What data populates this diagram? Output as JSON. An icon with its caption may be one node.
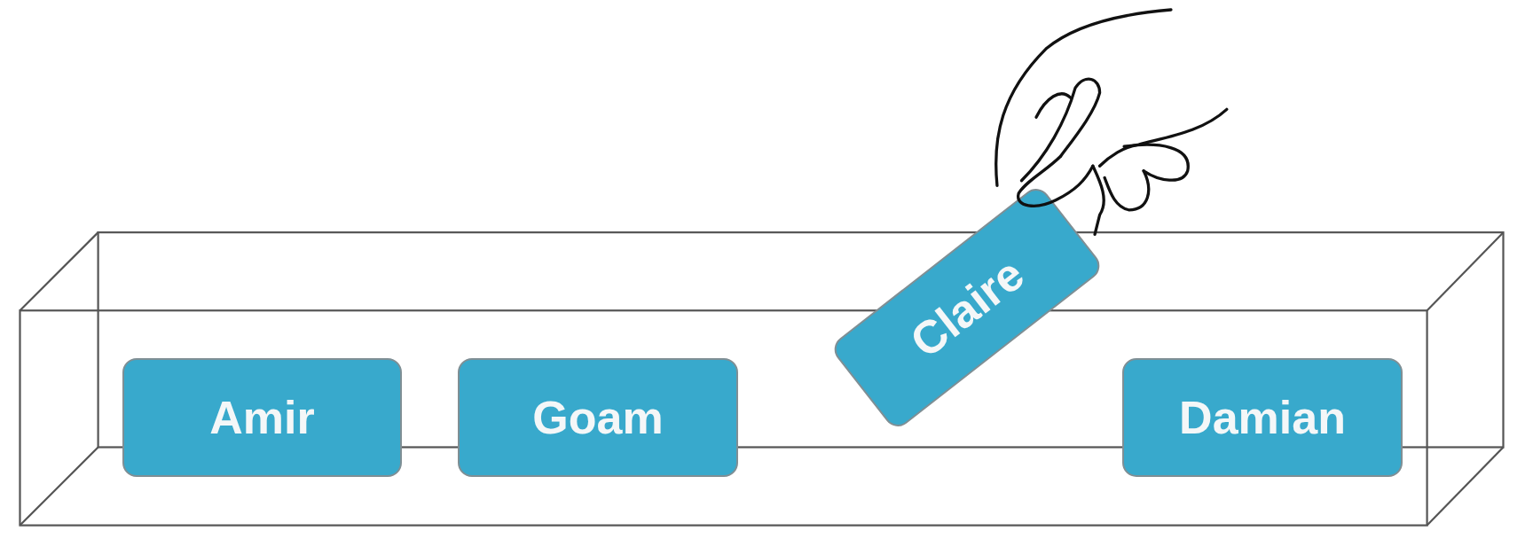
{
  "diagram": {
    "nodes": [
      {
        "text": [
          "Amir"
        ]
      },
      {
        "text": [
          "Goam"
        ]
      },
      {
        "text": [
          "Claire"
        ]
      },
      {
        "text": [
          "Damian"
        ]
      }
    ]
  }
}
